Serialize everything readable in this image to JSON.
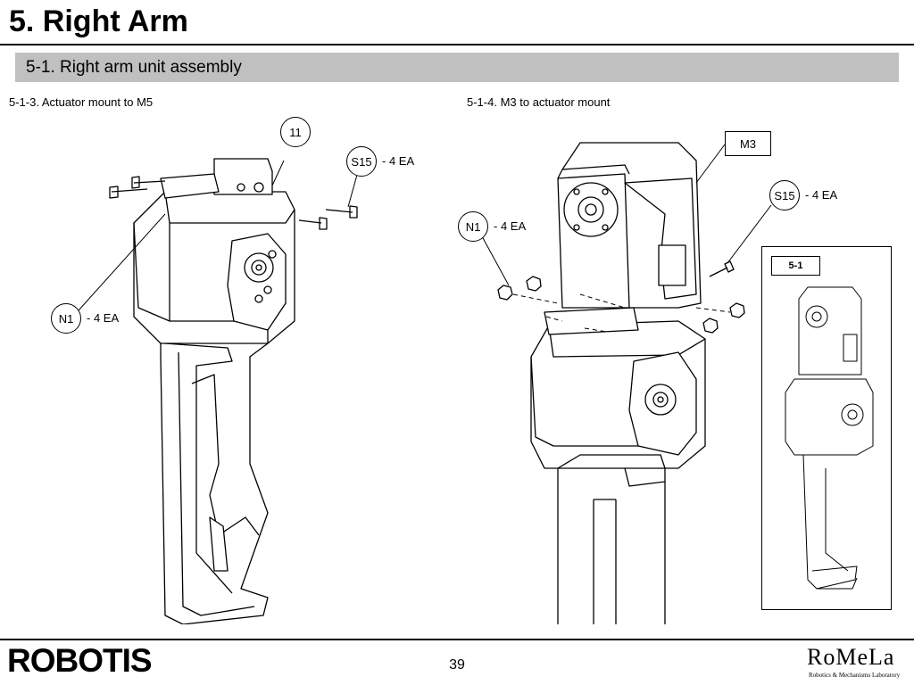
{
  "header": {
    "title": "5. Right Arm"
  },
  "section": {
    "title": "5-1. Right arm unit assembly"
  },
  "steps": [
    {
      "label": "5-1-3. Actuator mount to M5",
      "callouts": {
        "part": "11",
        "screw": "S15",
        "screw_qty": "- 4 EA",
        "nut": "N1",
        "nut_qty": "- 4 EA"
      }
    },
    {
      "label": "5-1-4. M3 to actuator mount",
      "callouts": {
        "module": "M3",
        "screw": "S15",
        "screw_qty": "- 4 EA",
        "nut": "N1",
        "nut_qty": "- 4 EA"
      },
      "inset_label": "5-1"
    }
  ],
  "footer": {
    "page_number": "39",
    "brand_logo": "ROBOTIS",
    "lab_logo": "RoMeLa",
    "lab_tagline": "Robotics & Mechanisms Laboratory"
  }
}
